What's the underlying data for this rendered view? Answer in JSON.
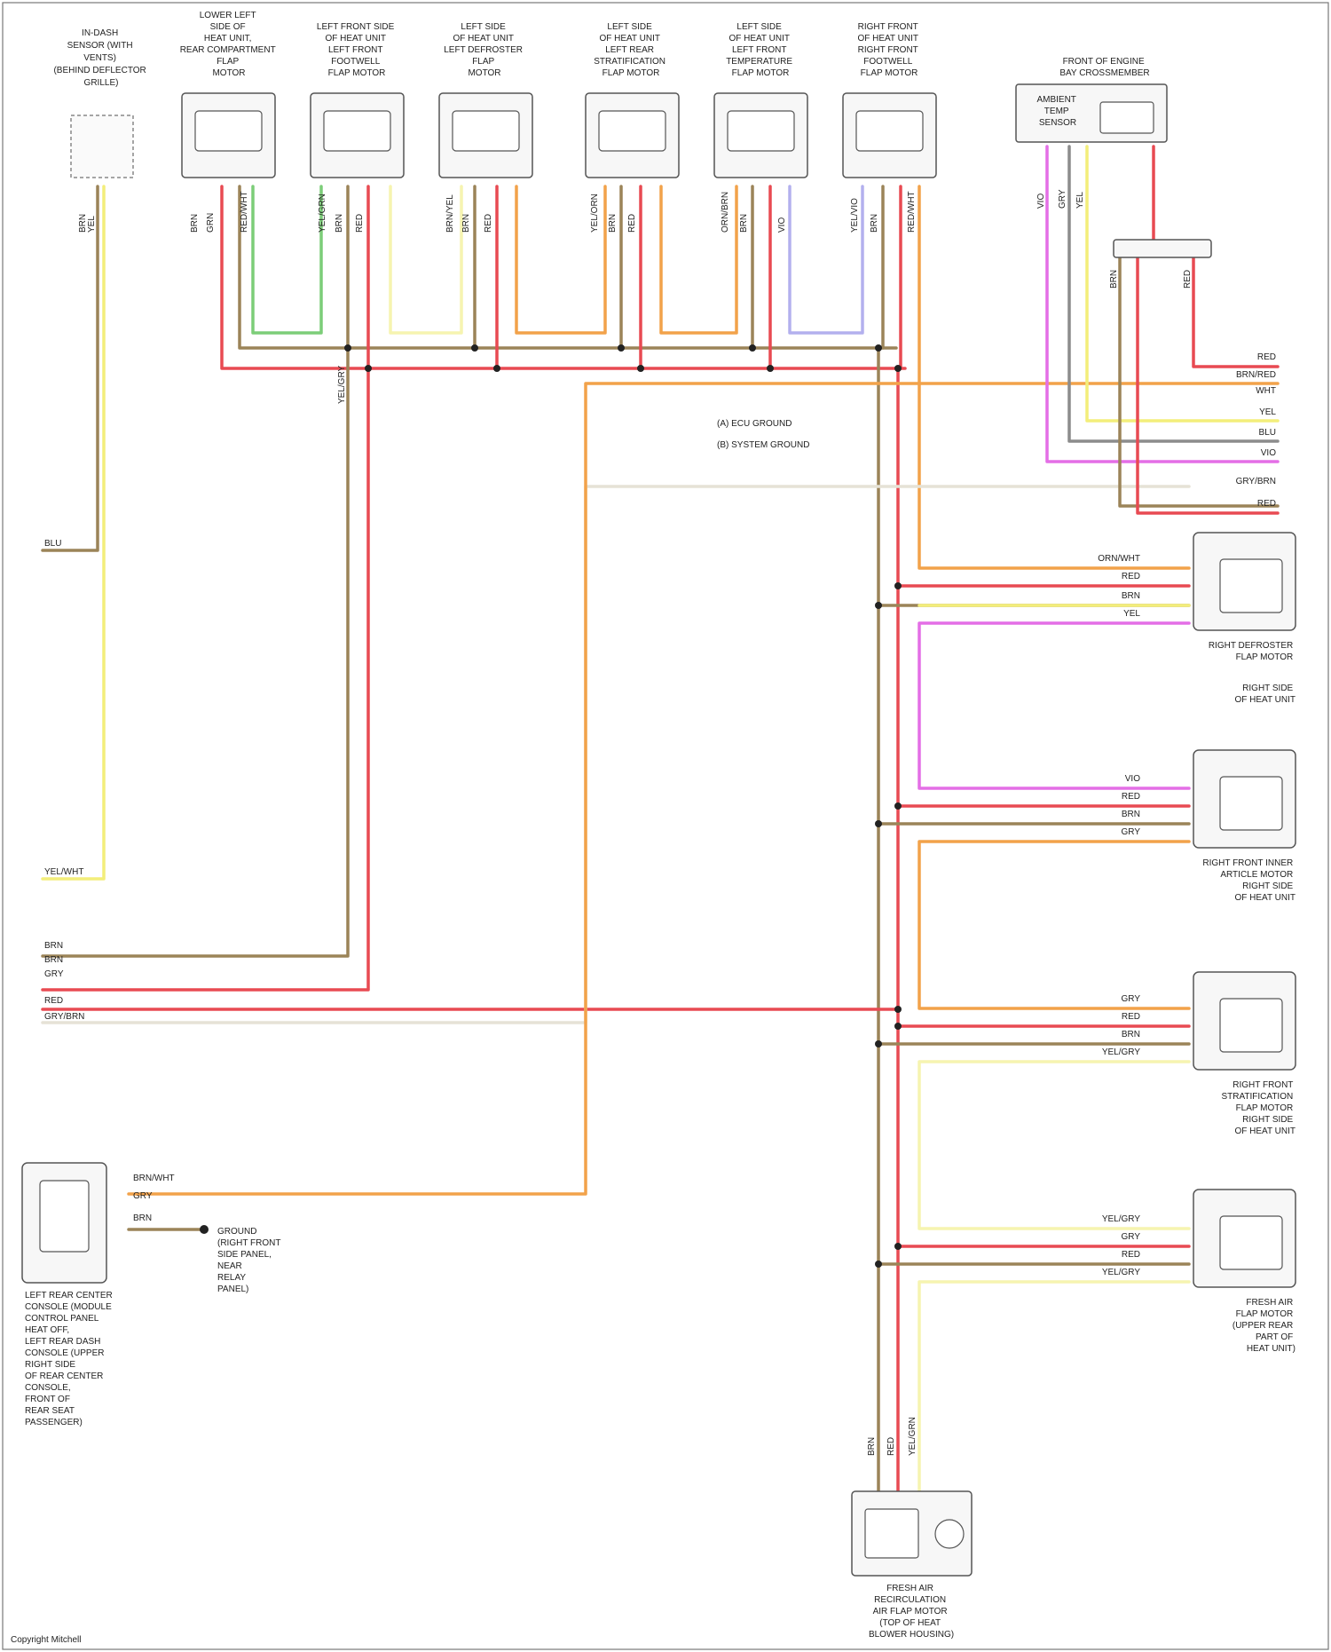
{
  "components": {
    "blend_door_sensor": [
      "IN-DASH",
      "SENSOR (WITH",
      "VENTS)",
      "(BEHIND DEFLECTOR",
      "GRILLE)"
    ],
    "actuators": [
      [
        "LOWER LEFT",
        "SIDE OF",
        "HEAT UNIT,",
        "REAR COMPARTMENT",
        "FLAP",
        "MOTOR"
      ],
      [
        "LEFT FRONT SIDE",
        "OF HEAT UNIT",
        "LEFT FRONT",
        "FOOTWELL",
        "FLAP MOTOR"
      ],
      [
        "LEFT SIDE",
        "OF HEAT UNIT",
        "LEFT DEFROSTER",
        "FLAP",
        "MOTOR"
      ],
      [
        "LEFT SIDE",
        "OF HEAT UNIT",
        "LEFT REAR",
        "STRATIFICATION",
        "FLAP MOTOR"
      ],
      [
        "LEFT SIDE",
        "OF HEAT UNIT",
        "LEFT FRONT",
        "TEMPERATURE",
        "FLAP MOTOR"
      ],
      [
        "RIGHT FRONT",
        "OF HEAT UNIT",
        "RIGHT FRONT",
        "FOOTWELL",
        "FLAP MOTOR"
      ]
    ],
    "right_top": [
      "FRONT OF ENGINE",
      "BAY CROSSMEMBER"
    ],
    "right_top_inner": [
      "AMBIENT",
      "TEMP",
      "SENSOR"
    ],
    "right_motors": [
      [
        "RIGHT DEFROSTER",
        "FLAP MOTOR",
        "",
        "RIGHT SIDE",
        "OF HEAT UNIT"
      ],
      [
        "RIGHT FRONT INNER",
        "ARTICLE MOTOR",
        "RIGHT SIDE",
        "OF HEAT UNIT"
      ],
      [
        "RIGHT FRONT",
        "STRATIFICATION",
        "FLAP MOTOR",
        "RIGHT SIDE",
        "OF HEAT UNIT"
      ],
      [
        "FRESH AIR",
        "FLAP MOTOR",
        "(UPPER REAR",
        "PART OF",
        "HEAT UNIT)"
      ]
    ],
    "bottom_module": [
      "FRESH AIR",
      "RECIRCULATION",
      "AIR FLAP MOTOR",
      "(TOP OF HEAT",
      "BLOWER HOUSING)"
    ],
    "left_bottom": [
      "LEFT REAR CENTER",
      "CONSOLE (MODULE",
      "CONTROL PANEL",
      "HEAT OFF,",
      "LEFT REAR DASH",
      "CONSOLE (UPPER",
      "RIGHT SIDE",
      "OF REAR CENTER",
      "CONSOLE,",
      "FRONT OF",
      "REAR SEAT",
      "PASSENGER)"
    ]
  },
  "ground_legend": [
    "(A) ECU GROUND",
    "(B) SYSTEM GROUND"
  ],
  "ground_note": [
    "GROUND",
    "(RIGHT FRONT",
    "SIDE PANEL,",
    "NEAR",
    "RELAY",
    "PANEL)"
  ],
  "footer": "Copyright Mitchell",
  "left_rail_labels": [
    "BRN",
    "YEL/WHT",
    "BRN",
    "GRY",
    "BLU",
    "RED",
    "GRY/BRN"
  ],
  "right_rail_labels": [
    "RED",
    "BRN/RED",
    "WHT",
    "YEL",
    "BLU",
    "VIO",
    "GRY/BRN",
    "RED"
  ],
  "motor_wire_labels": [
    [
      "ORN/WHT",
      "RED",
      "BRN",
      "YEL"
    ],
    [
      "VIO",
      "RED",
      "BRN",
      "GRY"
    ],
    [
      "GRY",
      "RED",
      "BRN",
      "YEL/GRY"
    ],
    [
      "YEL/GRY",
      "GRY",
      "RED",
      "YEL/GRY"
    ]
  ],
  "module_wire_labels": [
    "BRN/WHT",
    "GRY",
    "BRN"
  ],
  "vert_labels": {
    "a0": [
      "BRN",
      "YEL"
    ],
    "a1": [
      "BRN",
      "GRN",
      "RED/WHT"
    ],
    "a2": [
      "YEL/GRN",
      "BRN",
      "RED"
    ],
    "a3": [
      "BRN/YEL",
      "BRN",
      "RED"
    ],
    "a4": [
      "YEL/ORN",
      "BRN",
      "RED"
    ],
    "a5": [
      "ORN/BRN",
      "BRN",
      "VIO"
    ],
    "a6": [
      "YEL/VIO",
      "BRN",
      "RED/WHT"
    ],
    "rt": [
      "VIO",
      "GRY",
      "YEL"
    ],
    "rt2": [
      "BRN",
      "RED"
    ],
    "bot": [
      "BRN",
      "RED",
      "YEL/GRN"
    ],
    "mid": [
      "YEL/GRY"
    ]
  },
  "colors": {
    "red": "#e84a52",
    "brown": "#9b8458",
    "yellow": "#f3ee7a",
    "orange": "#f2a24a",
    "green": "#7ccd78",
    "violet": "#e46ee6",
    "lavender": "#b3b0ee",
    "gray": "#8c8c8c",
    "lightyellow": "#f6f4b0",
    "pale": "#e6e2d6"
  }
}
